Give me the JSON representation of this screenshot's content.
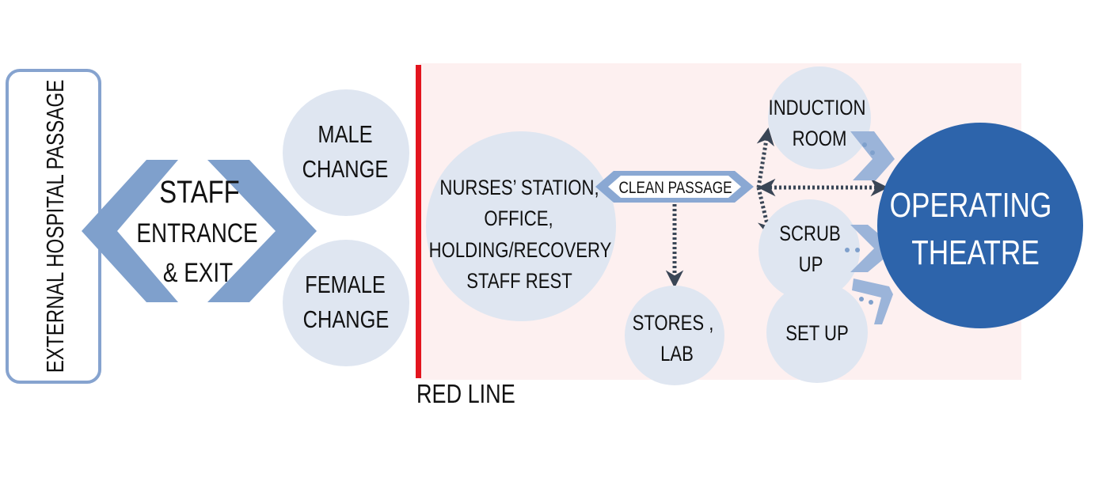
{
  "external_passage": {
    "label": "EXTERNAL HOSPITAL PASSAGE"
  },
  "staff_entrance": {
    "line1": "STAFF",
    "line2": "ENTRANCE",
    "line3": "& EXIT"
  },
  "male_change": {
    "line1": "MALE",
    "line2": "CHANGE"
  },
  "female_change": {
    "line1": "FEMALE",
    "line2": "CHANGE"
  },
  "red_line": {
    "label": "RED LINE",
    "color": "#e3141e"
  },
  "nurses_station": {
    "line1": "NURSES’ STATION,",
    "line2": "OFFICE,",
    "line3": "HOLDING/RECOVERY",
    "line4": "STAFF REST"
  },
  "clean_passage": {
    "label": "CLEAN PASSAGE"
  },
  "stores_lab": {
    "line1": "STORES ,",
    "line2": "LAB"
  },
  "induction_room": {
    "line1": "INDUCTION",
    "line2": "ROOM"
  },
  "scrub_up": {
    "line1": "SCRUB",
    "line2": "UP"
  },
  "set_up": {
    "label": "SET UP"
  },
  "operating_theatre": {
    "line1": "OPERATING",
    "line2": "THEATRE"
  },
  "colors": {
    "zone_fill": "#fdf0f0",
    "bubble_fill": "#dfe6f1",
    "accent_blue": "#7fa0cc",
    "theatre_blue": "#2d64ab",
    "arrow_dark": "#3a4656"
  }
}
